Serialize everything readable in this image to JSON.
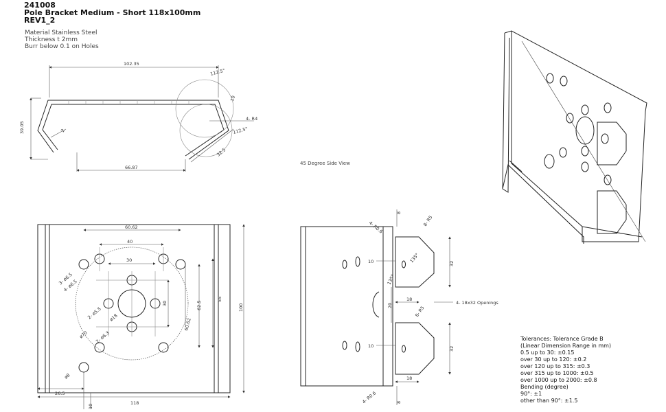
{
  "header": {
    "part_no": "241008",
    "name": "Pole Bracket Medium - Short 118x100mm",
    "revision": "REV1_2"
  },
  "notes": [
    "Material Stainless Steel",
    "Thickness t 2mm",
    "Burr below 0.1 on Holes"
  ],
  "view_labels": {
    "side_view": "45 Degree Side View"
  },
  "dims_profile": {
    "top_width": "102.35",
    "angle_top": "112.5°",
    "angle_bottom": "112.5°",
    "height": "39.05",
    "thickness": "2",
    "flange": "10",
    "radius": "4- R4",
    "leg": "32.5",
    "bottom_width": "66.87"
  },
  "dims_front": {
    "hole_span": "60.62",
    "span_40": "40",
    "span_30": "30",
    "holes_65_a": "3- ø6.5",
    "holes_65_b": "4- ø6.5",
    "holes_55": "2- ø5.5",
    "holes_63": "2- ø6.3",
    "center_hole": "ø18",
    "pcd": "ø70",
    "v_30": "30",
    "r_62_5": "62.5",
    "r_60_62": "60.62",
    "v_55": "55",
    "height": "100",
    "hole_8": "ø8",
    "offset_26_5": "26.5",
    "width_118": "118",
    "bottom_10": "10"
  },
  "dims_side": {
    "r06_top": "4- R0.6",
    "r5_top": "8- R5",
    "dim_8_top": "8",
    "dim_10_a": "10",
    "angle_135_a": "135°",
    "angle_135_b": "135°",
    "dim_32_a": "32",
    "dim_18_a": "18",
    "dim_20": "20",
    "openings": "4- 18x32 Openings",
    "r5_bottom": "8- R5",
    "dim_10_b": "10",
    "dim_32_b": "32",
    "dim_18_b": "18",
    "r06_bottom": "4- R0.6",
    "dim_8_bottom": "8"
  },
  "tolerances": [
    "Tolerances: Tolerance Grade B",
    "(Linear Dimension Range in mm)",
    "0.5 up to 30: ±0.15",
    "over 30 up to 120: ±0.2",
    "over 120 up to 315: ±0.3",
    "over 315 up to 1000: ±0.5",
    "over 1000 up to 2000: ±0.8",
    "",
    "Bending (degree)",
    "90°: ±1",
    "other than 90°: ±1.5"
  ]
}
